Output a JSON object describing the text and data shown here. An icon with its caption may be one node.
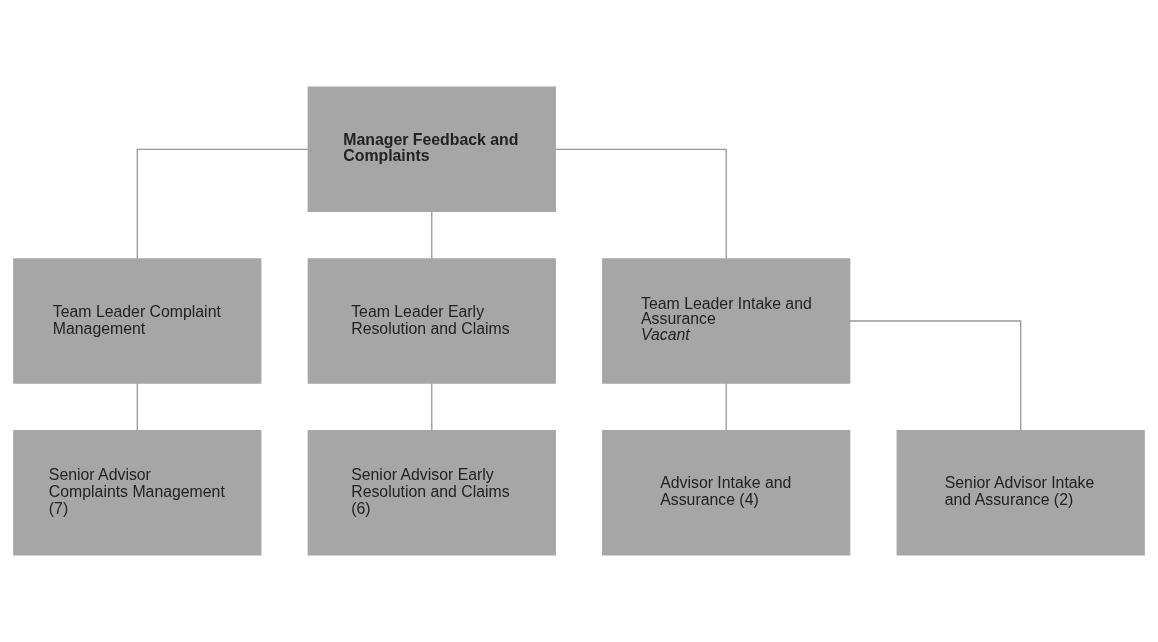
{
  "diagram": {
    "nodes": [
      {
        "text": [
          "Manager Feedback and Complaints"
        ]
      },
      {
        "text": [
          "Team Leader Complaint Management"
        ]
      },
      {
        "text": [
          "Team Leader Early Resolution and Claims"
        ]
      },
      {
        "text": [
          "Team Leader Intake and Assurance",
          "Vacant"
        ]
      },
      {
        "text": [
          "Senior Advisor Complaints Management (7)"
        ]
      },
      {
        "text": [
          "Senior Advisor Early Resolution and Claims (6)"
        ]
      },
      {
        "text": [
          "Advisor Intake and Assurance (4)"
        ]
      },
      {
        "text": [
          "Senior Advisor Intake and Assurance (2)"
        ]
      }
    ],
    "edges": [
      {
        "from": 0,
        "to": 1,
        "arrow": "none"
      },
      {
        "from": 0,
        "to": 2,
        "arrow": "none"
      },
      {
        "from": 0,
        "to": 3,
        "arrow": "none"
      },
      {
        "from": 1,
        "to": 4,
        "arrow": "none"
      },
      {
        "from": 2,
        "to": 5,
        "arrow": "none"
      },
      {
        "from": 3,
        "to": 6,
        "arrow": "none"
      },
      {
        "from": 3,
        "to": 7,
        "arrow": "none"
      }
    ]
  }
}
